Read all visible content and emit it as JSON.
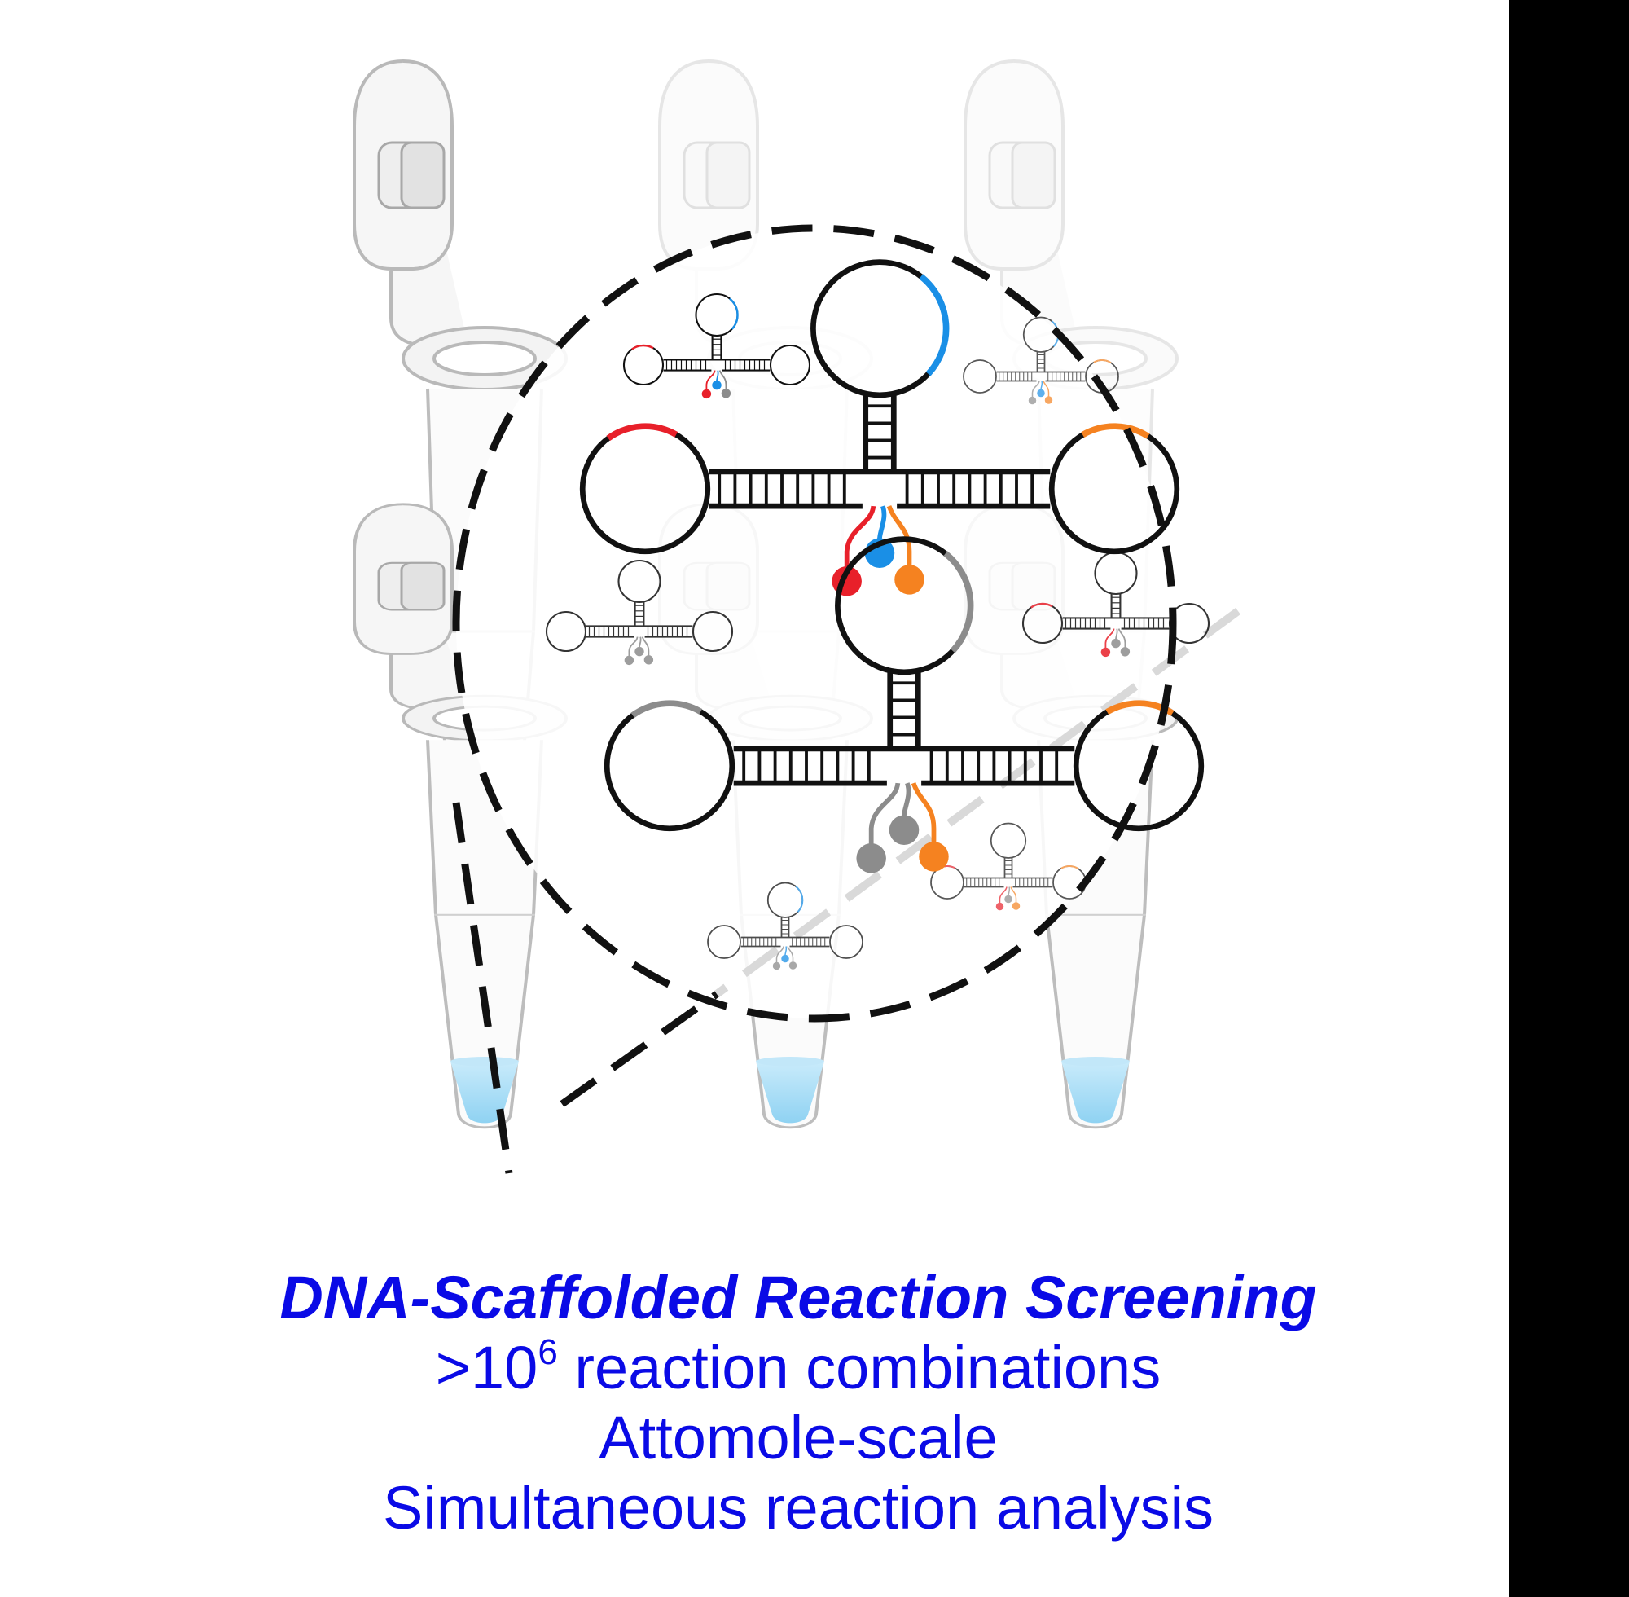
{
  "caption": {
    "title": "DNA-Scaffolded Reaction Screening",
    "combinations_prefix": ">10",
    "combinations_exponent": "6",
    "combinations_suffix": " reaction combinations",
    "scale": "Attomole-scale",
    "analysis": "Simultaneous reaction analysis"
  },
  "colors": {
    "caption_text": "#0a0ae6",
    "background": "#ffffff",
    "right_band": "#000000",
    "strand": "#111111",
    "red": "#e8202a",
    "blue": "#1a8fe6",
    "orange": "#f58220",
    "gray": "#8c8c8c",
    "liquid": "#a9ddf5"
  },
  "diagram": {
    "tubes": [
      {
        "name": "tube-top-left",
        "faded": false
      },
      {
        "name": "tube-top-middle",
        "faded": true
      },
      {
        "name": "tube-top-right",
        "faded": true
      },
      {
        "name": "tube-bottom-left",
        "faded": false
      },
      {
        "name": "tube-bottom-middle",
        "faded": false
      },
      {
        "name": "tube-bottom-right",
        "faded": false
      }
    ],
    "scaffolds": [
      {
        "name": "scaffold-large-upper",
        "loop_colors": [
          "red",
          "blue",
          "orange"
        ],
        "pendant_colors": [
          "red",
          "blue",
          "orange"
        ]
      },
      {
        "name": "scaffold-large-lower",
        "loop_colors": [
          "gray",
          "gray",
          "orange"
        ],
        "pendant_colors": [
          "gray",
          "gray",
          "orange"
        ]
      },
      {
        "name": "scaffold-small-1",
        "loop_colors": [
          "red",
          "blue",
          "none"
        ],
        "pendant_colors": [
          "red",
          "blue",
          "gray"
        ]
      },
      {
        "name": "scaffold-small-2",
        "loop_colors": [
          "none",
          "blue",
          "orange"
        ],
        "pendant_colors": [
          "gray",
          "blue",
          "orange"
        ]
      },
      {
        "name": "scaffold-small-3",
        "loop_colors": [
          "none",
          "none",
          "none"
        ],
        "pendant_colors": [
          "gray",
          "gray",
          "gray"
        ]
      },
      {
        "name": "scaffold-small-4",
        "loop_colors": [
          "red",
          "none",
          "none"
        ],
        "pendant_colors": [
          "red",
          "gray",
          "gray"
        ]
      },
      {
        "name": "scaffold-small-5",
        "loop_colors": [
          "red",
          "none",
          "orange"
        ],
        "pendant_colors": [
          "red",
          "gray",
          "orange"
        ]
      },
      {
        "name": "scaffold-small-6",
        "loop_colors": [
          "none",
          "blue",
          "none"
        ],
        "pendant_colors": [
          "gray",
          "blue",
          "gray"
        ]
      }
    ]
  }
}
